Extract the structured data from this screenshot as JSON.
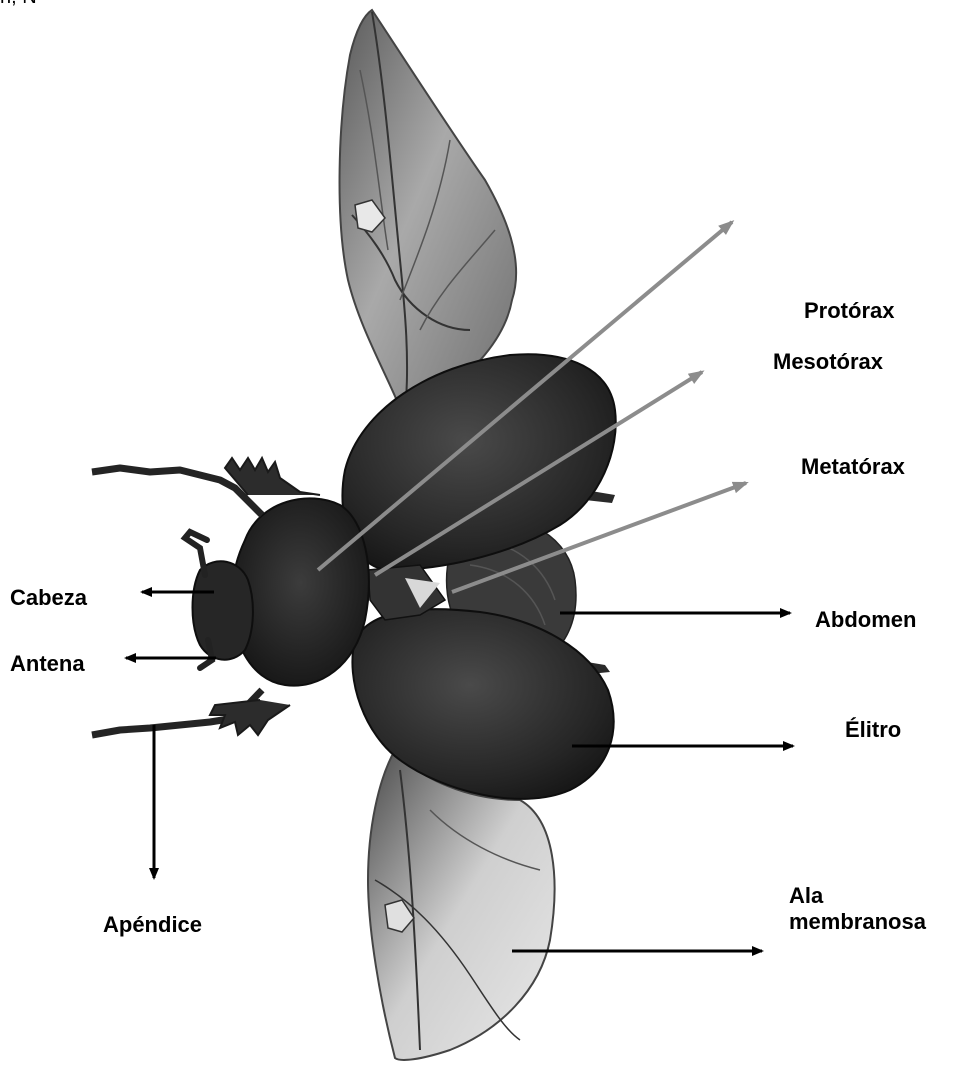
{
  "corner_mark": "n, N",
  "labels": {
    "protorax": "Protórax",
    "mesotorax": "Mesotórax",
    "metatorax": "Metatórax",
    "cabeza": "Cabeza",
    "antena": "Antena",
    "abdomen": "Abdomen",
    "elitro": "Élitro",
    "apendice": "Apéndice",
    "ala_membranosa": "Ala membranosa"
  },
  "colors": {
    "black_arrow": "#000000",
    "gray_arrow": "#8c8c8c",
    "elytra": "#2b2b2b",
    "wing": "#c9c9c9"
  }
}
